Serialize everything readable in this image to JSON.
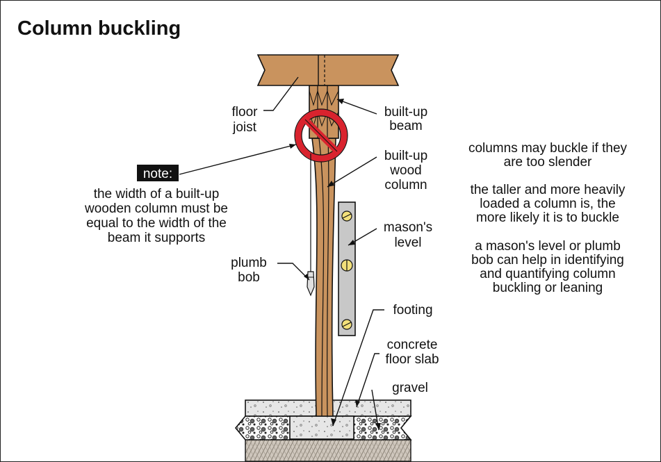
{
  "title": "Column buckling",
  "labels": {
    "floor_joist": [
      "floor",
      "joist"
    ],
    "built_up_beam": [
      "built-up",
      "beam"
    ],
    "built_up_column": [
      "built-up",
      "wood",
      "column"
    ],
    "masons_level": [
      "mason's",
      "level"
    ],
    "plumb_bob": [
      "plumb",
      "bob"
    ],
    "footing": [
      "footing"
    ],
    "concrete_floor_slab": [
      "concrete",
      "floor slab"
    ],
    "gravel": [
      "gravel"
    ]
  },
  "note": {
    "tag": "note:",
    "lines": [
      "the width of a built-up",
      "wooden column must be",
      "equal to the width of the",
      "beam it supports"
    ]
  },
  "info": {
    "p1": [
      "columns may buckle if they",
      "are too slender"
    ],
    "p2": [
      "the taller and more heavily",
      "loaded a column is, the",
      "more likely it is to buckle"
    ],
    "p3": [
      "a mason's level or plumb",
      "bob can help in identifying",
      "and quantifying column",
      "buckling or leaning"
    ]
  },
  "colors": {
    "wood": "#c9935e",
    "prohibit_red": "#d9232e",
    "concrete": "#e6e6e6",
    "level_body": "#c8c8c8",
    "vial": "#f2e07a"
  },
  "icons": [
    "prohibition-icon",
    "plumb-bob-icon",
    "masons-level-icon"
  ]
}
